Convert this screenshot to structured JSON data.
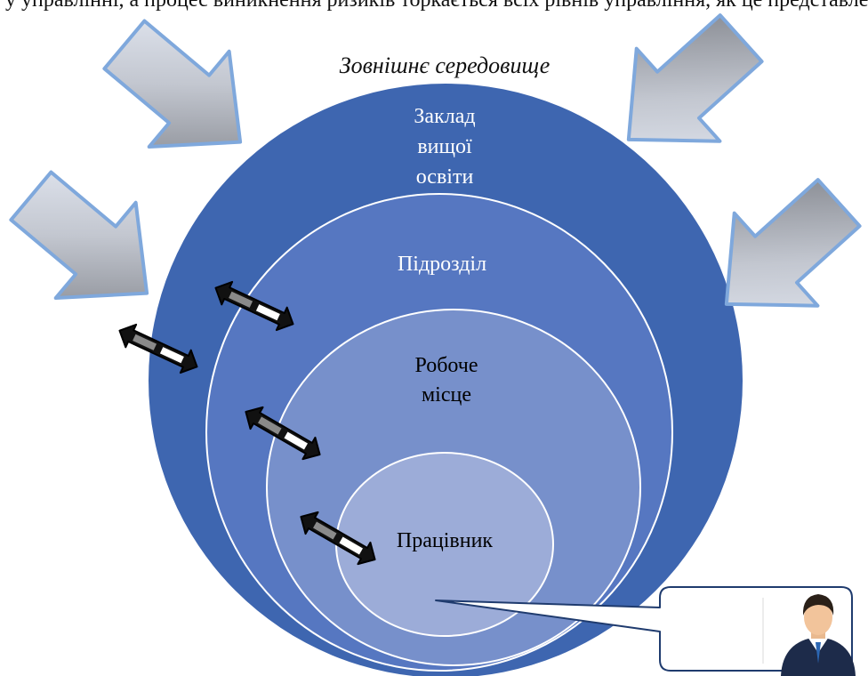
{
  "top_text": "у управлінні, а процес виникнення ризиків торкається всіх рівнів управління, як це представлено у",
  "labels": {
    "environment": "Зовнішнє  середовище",
    "institution": [
      "Заклад",
      "вищої",
      "освіти"
    ],
    "unit": "Підрозділ",
    "workplace": [
      "Робоче",
      "місце"
    ],
    "employee": "Працівник"
  },
  "colors": {
    "outer": "#3e66b0",
    "unit": "#5677c1",
    "workplace": "#7790cb",
    "employee": "#9cacd8",
    "arrow_light": "#dde4f0",
    "arrow_dark": "#8d9098",
    "arrow_stroke": "#7fa8dc"
  }
}
